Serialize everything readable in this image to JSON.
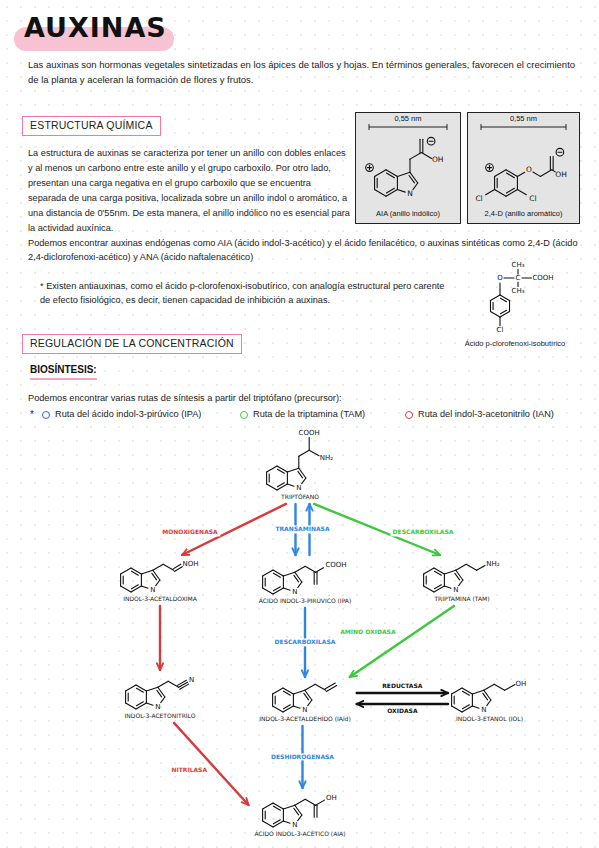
{
  "diagram": {
    "title": "AUXINAS",
    "nodes": [
      {
        "text": [
          "ESTRUCTURA QUÍMICA"
        ]
      },
      {
        "text": [
          "0,55 nm",
          "AIA (anillo indólico)"
        ]
      },
      {
        "text": [
          "0,55 nm",
          "2,4-D (anillo aromático)"
        ]
      },
      {
        "text": [
          "REGULACIÓN DE LA CONCENTRACIÓN"
        ]
      },
      {
        "text": [
          "TRIPTÓFANO"
        ]
      },
      {
        "text": [
          "INDOL-3-ACETALDOXIMA"
        ]
      },
      {
        "text": [
          "ÁCIDO INDOL-3-PIRÚVICO (IPA)"
        ]
      },
      {
        "text": [
          "TRIPTAMINA (TAM)"
        ]
      },
      {
        "text": [
          "INDOL-3-ACETONITRILO"
        ]
      },
      {
        "text": [
          "INDOL-3-ACETALDEHÍDO (IAld)"
        ]
      },
      {
        "text": [
          "INDOL-3-ETANOL (IOL)"
        ]
      },
      {
        "text": [
          "ÁCIDO INDOL-3-ACÉTICO (AIA)"
        ]
      }
    ],
    "edges": [
      {
        "from": 4,
        "to": 5,
        "arrow": "to",
        "label": "MONOXIGENASA"
      },
      {
        "from": 4,
        "to": 6,
        "arrow": "to",
        "label": "TRANSAMINASA"
      },
      {
        "from": 6,
        "to": 4,
        "arrow": "to"
      },
      {
        "from": 4,
        "to": 7,
        "arrow": "to",
        "label": "DESCARBOXILASA"
      },
      {
        "from": 5,
        "to": 8,
        "arrow": "to"
      },
      {
        "from": 6,
        "to": 9,
        "arrow": "to",
        "label": "DESCARBOXILASA"
      },
      {
        "from": 7,
        "to": 9,
        "arrow": "to",
        "label": "AMINO OXIDASA"
      },
      {
        "from": 9,
        "to": 10,
        "arrow": "to",
        "label": "REDUCTASA"
      },
      {
        "from": 10,
        "to": 9,
        "arrow": "to",
        "label": "OXIDASA"
      },
      {
        "from": 8,
        "to": 11,
        "arrow": "to",
        "label": "NITRILASA"
      },
      {
        "from": 9,
        "to": 11,
        "arrow": "to",
        "label": "DESHIDROGENASA"
      }
    ],
    "labels": [
      "Las auxinas son hormonas vegetales sintetizadas en los ápices de tallos y hojas. En términos generales, favorecen el crecimiento de la planta y aceleran la formación de flores y frutos.",
      "La estructura de auxinas se caracteriza por tener un anillo con dobles enlaces y al menos un carbono entre este anillo y el grupo carboxilo. Por otro lado, presentan una carga negativa en el grupo carboxilo que se encuentra separada de una carga positiva, localizada sobre un anillo indol o aromático, a una distancia de 0'55nm. De esta manera, el anillo indólico no es esencial para la actividad auxínica.",
      "OH",
      "N",
      "O",
      "OH",
      "Cl",
      "Cl",
      "Podemos encontrar auxinas endógenas como AIA (ácido indol-3-acético) y el ácido fenilacético, o auxinas sintéticas como 2,4-D (ácido 2,4-diclorofenoxi-acético) y ANA (ácido naftalenacético)",
      "* Existen antiauxinas, como el ácido p-clorofenoxi-isobutírico, con analogía estructural pero carente de efecto fisiológico, es decir, tienen capacidad de inhibición a auxinas.",
      "CH₃",
      "O",
      "C",
      "COOH",
      "CH₃",
      "Cl",
      "Ácido p-clorofenoxi-isobutírico",
      "BIOSÍNTESIS:",
      "Podemos encontrar varias rutas de síntesis a partir del triptófano (precursor):",
      "*",
      "COOH",
      "NH₂",
      "N",
      "NOH",
      "N",
      "COOH",
      "N",
      "NH₂",
      "N",
      "N",
      "N",
      "N",
      "OH",
      "N",
      "OH",
      "N"
    ],
    "legend": [
      {
        "text": "Ruta del ácido indol-3-pirúvico (IPA)",
        "color": "#2f5fd9"
      },
      {
        "text": "Ruta de la triptamina (TAM)",
        "color": "#3cc83c"
      },
      {
        "text": "Ruta del indol-3-acetonitrilo (IAN)",
        "color": "#d93a3a"
      }
    ]
  }
}
